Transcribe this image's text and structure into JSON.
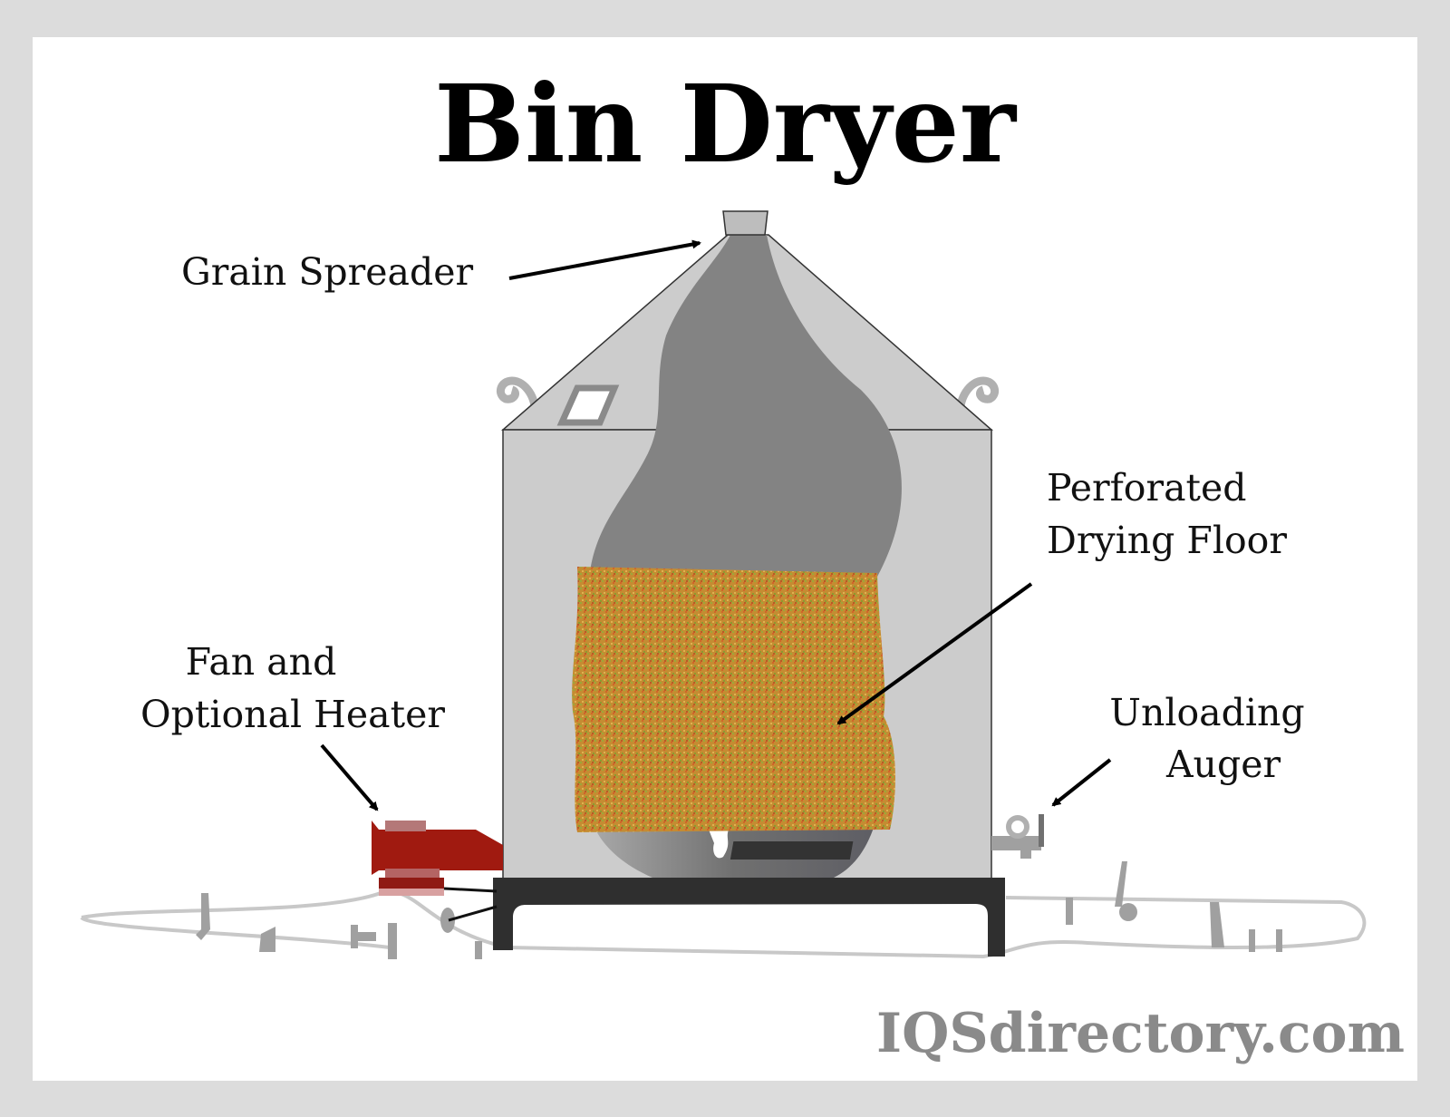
{
  "title": "Bin Dryer",
  "labels": {
    "grain_spreader": "Grain Spreader",
    "perforated_line1": "Perforated",
    "perforated_line2": "Drying Floor",
    "fan_line1": "Fan and",
    "fan_line2": "Optional Heater",
    "auger_line1": "Unloading",
    "auger_line2": "Auger"
  },
  "watermark": "IQSdirectory.com",
  "colors": {
    "bin": "#cccccc",
    "grain_pile": "#838383",
    "grain": "#c08a30",
    "fan": "#a01a10",
    "stand": "#2f2f2f"
  }
}
